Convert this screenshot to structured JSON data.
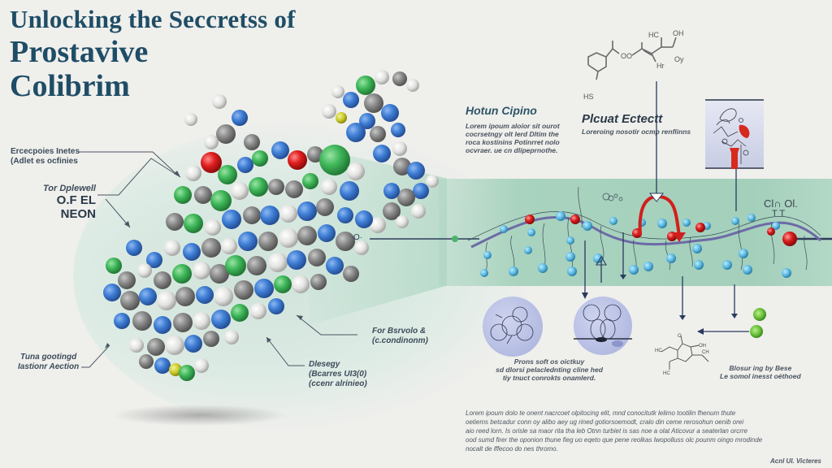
{
  "title": {
    "line1": "Unlocking the Seccretss of",
    "line2": "Prostavive",
    "line3": "Colibrim"
  },
  "colors": {
    "title": "#1f4d66",
    "background": "#efefec",
    "band_green": "#a9d3bf",
    "atom_blue": "#3f7fd6",
    "atom_green": "#3fb85a",
    "atom_gray": "#7d7f80",
    "atom_white": "#e6e6e4",
    "atom_red": "#d81c1c",
    "residue_cyan": "#5bb8e0",
    "arrow_navy": "#2a3a5e",
    "bubble_lavender": "#b7bee4"
  },
  "left_labels": {
    "label1_line1": "Ercecpoies Inetes",
    "label1_line2": "(Adlet es ocfinies",
    "label2_line1": "Tor Dplewell",
    "label2_line2": "O.F EL NEON",
    "label3_line1": "Tuna gootingd",
    "label3_line2": "Iastionr Aection"
  },
  "center_labels": {
    "label4_line1": "For Bsrvolo &",
    "label4_line2": "(c.condinonm)",
    "label5_line1": "Dlesegy",
    "label5_line2": "(Bcarres UI3(0)",
    "label5_line3": "(ccenr alrinieo)"
  },
  "sections": {
    "hotun": {
      "heading": "Hotun Cipino",
      "text": [
        "Lorem ipoum aloior sit ourot",
        "cocrsetngy olt lerd Dltim the",
        "roca kostinins Potinrret nolo",
        "ocvraer. ue cn dlipeprnothe."
      ]
    },
    "plcuat": {
      "heading": "Plcuat Ectectt",
      "text": "Loreroing nosotir ocmp renflinns"
    },
    "bubbles": {
      "text": [
        "Prons soft os oictkuy",
        "sd dlorsi pelaclednting cline hed",
        "tiy tnuct conrokts onamlerd."
      ]
    },
    "binding": {
      "text": [
        "Blosur ing by Bese",
        "Le somol inesst oéthoed"
      ]
    }
  },
  "chem_labels": {
    "top_structure": [
      "HC",
      "OH",
      "HS",
      "OO",
      "Hr",
      "Oy"
    ],
    "band_right": "Cl∩ Ol.",
    "band_right_sub": "T T",
    "band_left": "O·"
  },
  "footer": {
    "text": [
      "Lorem ipoum dolo te onent nacrcoet olpitocing elit, mnd conocitutk lelimo tootilin fhenum thute",
      "oetiems betcadur conn oy alibo aey ug rined gotiorsoemodt, cralo din ceme rerosohun oenib orei",
      "aio reed lorn. Is orisle sa maor rita tha leb Otnn turbiet is sas noe a olat Aticovur a seaterlan orcrre",
      "ood sumd firer the oponion thune fieg uo eqeto que pene reolkas lwopolluss olc pounm oingo mrodinde",
      "nocalt de lffecoo do nes thromo."
    ],
    "signature": "Acnl UI. Victeres"
  }
}
